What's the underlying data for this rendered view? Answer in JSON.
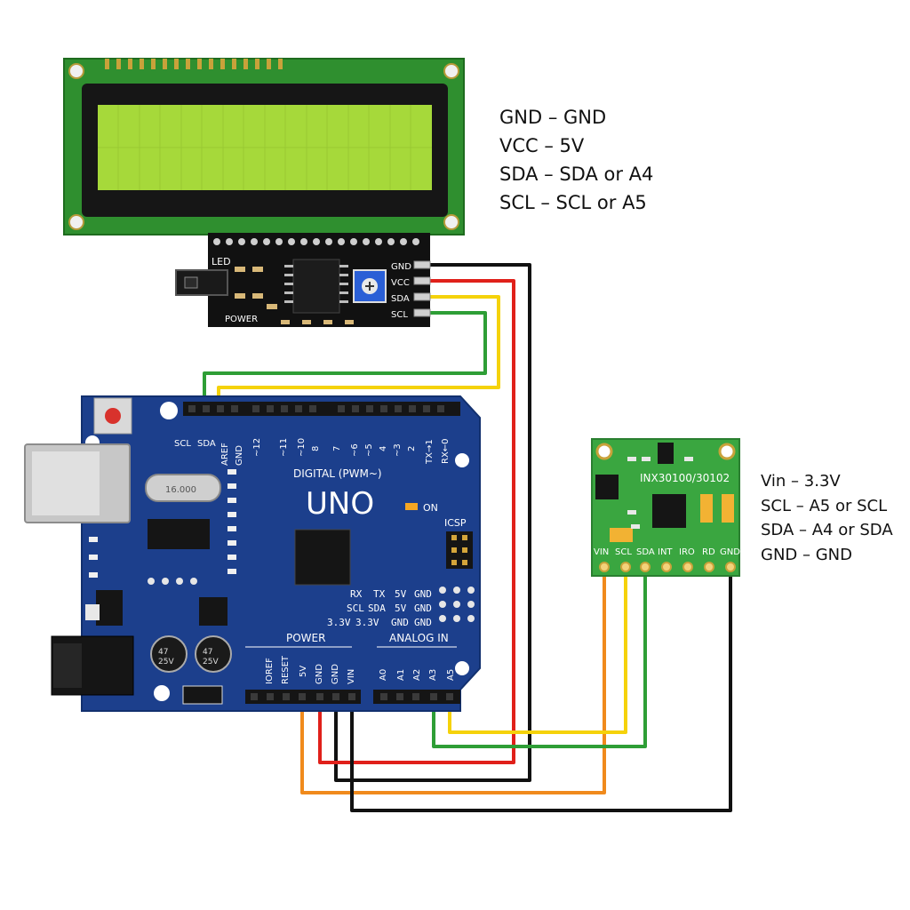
{
  "lcd_legend": [
    "GND – GND",
    "VCC – 5V",
    "SDA – SDA or A4",
    "SCL – SCL or A5"
  ],
  "sensor_legend": [
    "Vin – 3.3V",
    "SCL – A5 or SCL",
    "SDA – A4 or SDA",
    "GND – GND"
  ],
  "i2c_backpack": {
    "led_label": "LED",
    "power_label": "POWER",
    "pins": [
      "GND",
      "VCC",
      "SDA",
      "SCL"
    ]
  },
  "arduino": {
    "board_name": "UNO",
    "digital_label": "DIGITAL (PWM~)",
    "top_labels": [
      "SCL",
      "SDA",
      "AREF",
      "GND",
      "~12",
      "~11",
      "~10",
      "8",
      "7",
      "~6",
      "~5",
      "4",
      "~3",
      "2",
      "TX→1",
      "RX←0"
    ],
    "on_label": "ON",
    "icsp_label": "ICSP",
    "crystal_label": "16.000",
    "table_header": [
      "RX",
      "TX",
      "5V",
      "GND"
    ],
    "table_row1": [
      "SCL",
      "SDA",
      "5V",
      "GND"
    ],
    "table_row2": [
      "3.3V",
      "3.3V",
      "GND",
      "GND"
    ],
    "power_label": "POWER",
    "analog_label": "ANALOG IN",
    "power_pins": [
      "IOREF",
      "RESET",
      "5V",
      "GND",
      "GND",
      "VIN"
    ],
    "analog_pins": [
      "A0",
      "A1",
      "A2",
      "A3",
      "A5"
    ],
    "cap_labels": [
      "47\n25V",
      "47\n25V"
    ]
  },
  "sensor": {
    "title": "INX30100/30102",
    "pins": [
      "VIN",
      "SCL",
      "SDA",
      "INT",
      "IRO",
      "RD",
      "GND"
    ]
  },
  "colors": {
    "wire_black": "#111111",
    "wire_red": "#e0201a",
    "wire_yellow": "#f5d20a",
    "wire_green": "#2e9e36",
    "wire_orange": "#f08a1c",
    "arduino_blue": "#1c3f8c",
    "lcd_pcb": "#2f8f2f",
    "lcd_screen": "#a6d93a",
    "sensor_pcb": "#3aa640"
  }
}
